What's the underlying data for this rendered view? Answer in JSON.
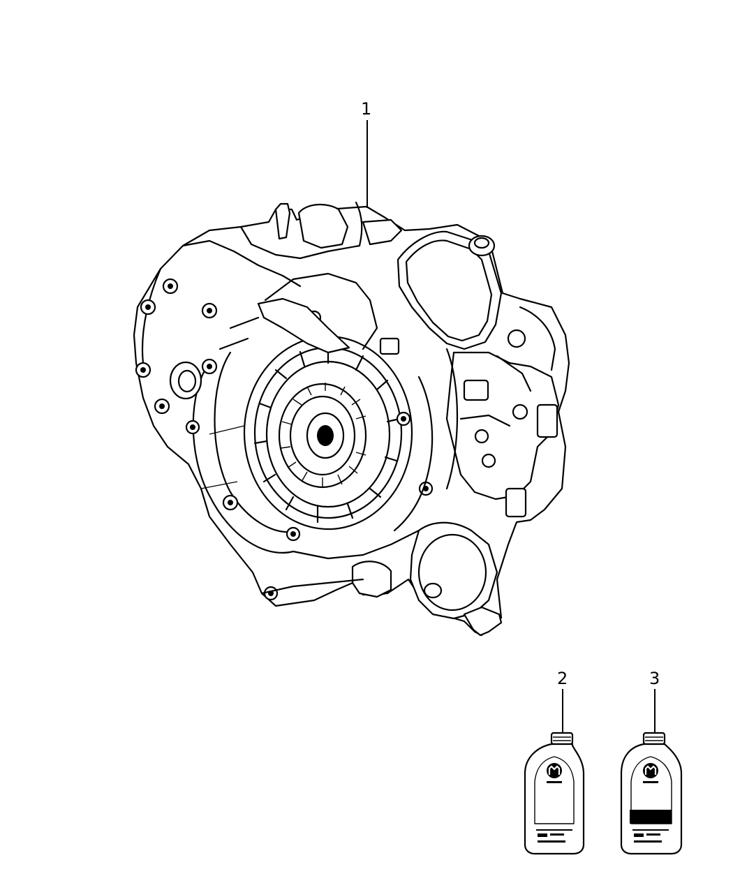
{
  "callouts": [
    {
      "id": "1",
      "label": "1",
      "part": "transmission-assembly"
    },
    {
      "id": "2",
      "label": "2",
      "part": "fluid-bottle"
    },
    {
      "id": "3",
      "label": "3",
      "part": "fluid-bottle"
    }
  ],
  "icons": {
    "bottle_logo": "mopar-logo-icon"
  }
}
